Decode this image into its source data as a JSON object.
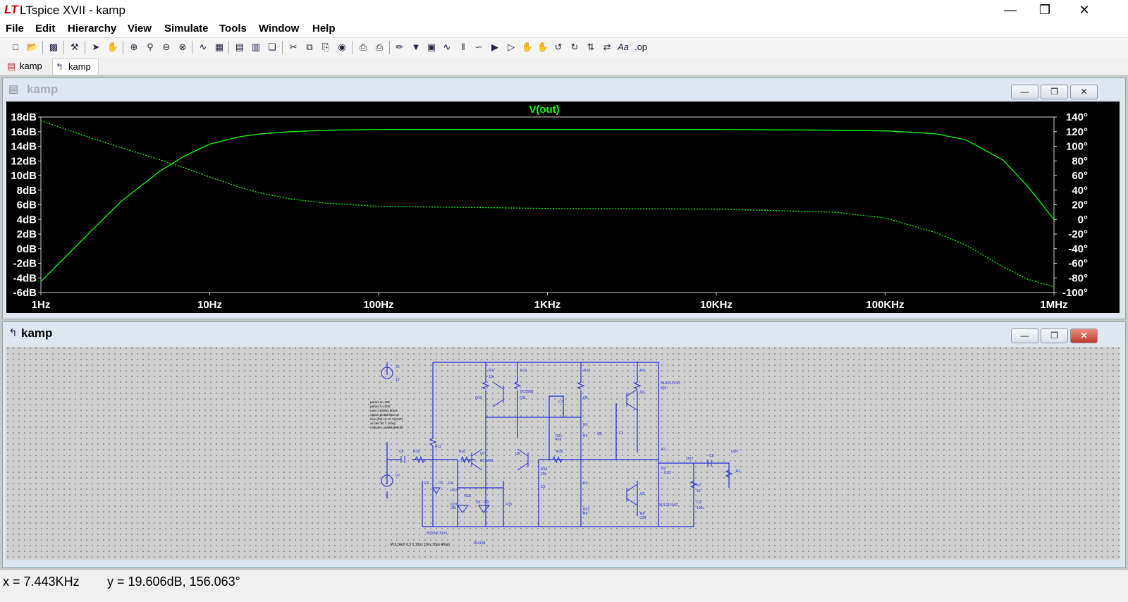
{
  "window": {
    "title": "LTspice XVII - kamp",
    "app_icon": "ltspice-logo-icon"
  },
  "menu": [
    "File",
    "Edit",
    "Hierarchy",
    "View",
    "Simulate",
    "Tools",
    "Window",
    "Help"
  ],
  "toolbar": {
    "icons": [
      "new-schematic-icon",
      "open-icon",
      "save-icon",
      "control-panel-icon",
      "run-icon",
      "halt-icon",
      "zoom-in-icon",
      "zoom-pan-icon",
      "zoom-out-icon",
      "zoom-cancel-icon",
      "autorange-icon",
      "plot-settings-icon",
      "tile-horizontal-icon",
      "tile-vertical-icon",
      "cascade-icon",
      "cut-icon",
      "copy-icon",
      "paste-icon",
      "find-icon",
      "print-setup-icon",
      "print-icon",
      "wire-icon",
      "ground-icon",
      "label-icon",
      "resistor-icon",
      "capacitor-icon",
      "inductor-icon",
      "diode-icon",
      "component-icon",
      "move-icon",
      "drag-icon",
      "undo-icon",
      "redo-icon",
      "rotate-icon",
      "mirror-icon",
      "text-icon",
      "spice-directive-icon"
    ]
  },
  "tabs": [
    {
      "label": "kamp",
      "icon": "waveform-icon"
    },
    {
      "label": "kamp",
      "icon": "schematic-icon"
    }
  ],
  "plot_window": {
    "title": "kamp",
    "trace_label": "V(out)",
    "trace_color": "#00ff00",
    "y_left_ticks": [
      "18dB",
      "16dB",
      "14dB",
      "12dB",
      "10dB",
      "8dB",
      "6dB",
      "4dB",
      "2dB",
      "0dB",
      "-2dB",
      "-4dB",
      "-6dB"
    ],
    "y_right_ticks": [
      "140°",
      "120°",
      "100°",
      "80°",
      "60°",
      "40°",
      "20°",
      "0°",
      "-20°",
      "-40°",
      "-60°",
      "-80°",
      "-100°"
    ],
    "x_ticks": [
      "1Hz",
      "10Hz",
      "100Hz",
      "1KHz",
      "10KHz",
      "100KHz",
      "1MHz"
    ]
  },
  "chart_data": {
    "type": "line",
    "title": "V(out)",
    "x_scale": "log",
    "xlim": [
      1,
      1000000
    ],
    "ylim_left": [
      -6,
      18
    ],
    "ylim_right": [
      -100,
      140
    ],
    "grid": false,
    "series": [
      {
        "name": "V(out)",
        "axis": "left",
        "x": [
          1,
          2,
          3,
          5,
          7,
          10,
          15,
          20,
          30,
          50,
          100,
          1000,
          10000,
          50000,
          100000,
          150000,
          200000,
          300000,
          500000,
          700000,
          1000000
        ],
        "y": [
          -4.5,
          2.5,
          6.5,
          10.5,
          12.6,
          14.3,
          15.3,
          15.7,
          16.0,
          16.2,
          16.3,
          16.3,
          16.3,
          16.2,
          16.1,
          15.9,
          15.7,
          14.9,
          12.1,
          8.5,
          4.0
        ]
      },
      {
        "name": "V(out)",
        "axis": "right",
        "x": [
          1,
          2,
          3,
          5,
          7,
          10,
          15,
          20,
          30,
          50,
          100,
          1000,
          10000,
          50000,
          100000,
          200000,
          300000,
          500000,
          700000,
          1000000
        ],
        "y": [
          135,
          111,
          98,
          82,
          71,
          58,
          44,
          36,
          28,
          22,
          18,
          15,
          14,
          10,
          2,
          -18,
          -35,
          -65,
          -82,
          -92
        ]
      }
    ]
  },
  "schematic_window": {
    "title": "kamp",
    "labels": [
      "V1",
      "12",
      "V2",
      "C8",
      "R19",
      "R20",
      "Q7",
      "Q8",
      "BC546B",
      "R17",
      "R12",
      "R13",
      "R6",
      "BC556B",
      "Q10",
      "Q11",
      "Q5",
      "C7",
      "Q3",
      "R5",
      "R4",
      "C1",
      "Q4",
      "Q1",
      "Q2",
      "MJL21193G",
      "MJL21194G",
      "R1",
      "R2",
      "C2",
      "C3",
      "R3",
      "R7",
      "C6",
      "C5",
      "R8",
      "R9",
      "D1",
      "D2",
      "D3",
      "D4",
      "R10",
      "R11",
      "R14",
      "R15",
      "R16",
      "R18",
      "R21",
      "C4",
      "OUT",
      "RL",
      "R22",
      "R23",
      "BZX84C5V6L",
      "OUT",
      "0.33",
      "100n",
      "10",
      "220",
      "1k",
      "10k",
      "47k",
      "22k",
      "33k",
      "1N4148"
    ],
    "directives": [
      ".param N=128",
      ".param f=1000",
      ".tran 0 100ms 50ms",
      ".option plotwinsize=0",
      ".four {f/3} 10 10 V(OUT)",
      ".ac dec 50 1 1meg",
      ".include LocalModels.lib"
    ],
    "source_text": "PULSE(0 0.3 0 10ns 10ns 20us 40us)"
  },
  "status": {
    "x": "x = 7.443KHz",
    "y": "y = 19.606dB, 156.063°"
  }
}
